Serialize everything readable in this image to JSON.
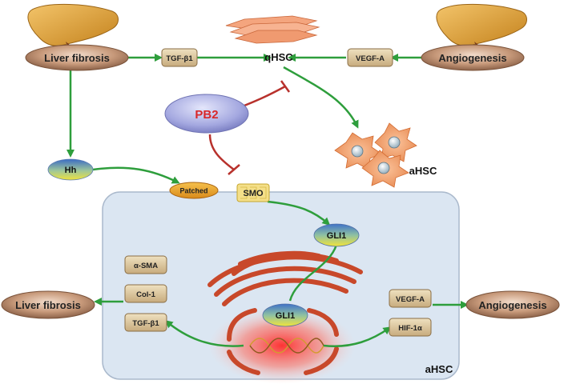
{
  "top": {
    "liver_fibrosis": "Liver fibrosis",
    "angiogenesis": "Angiogenesis",
    "tgf_b1": "TGF-β1",
    "vegf_a": "VEGF-A",
    "qhsc": "qHSC",
    "ahsc_outside": "aHSC",
    "pb2": "PB2",
    "hh": "Hh"
  },
  "membrane": {
    "patched": "Patched",
    "smo": "SMO"
  },
  "cell": {
    "label": "aHSC",
    "gli1_cyto": "GLI1",
    "gli1_nucleus": "GLI1",
    "left_targets": [
      "α-SMA",
      "Col-1",
      "TGF-β1"
    ],
    "right_targets": [
      "VEGF-A",
      "HIF-1α"
    ]
  },
  "outputs": {
    "liver_fibrosis": "Liver fibrosis",
    "angiogenesis": "Angiogenesis"
  },
  "colors": {
    "arrow_green": "#2e9e3c",
    "inhibit_red": "#b8312c",
    "pb2_text": "#d8282a",
    "cell_fill": "#dbe6f2",
    "box_fill": "#dccaa3",
    "er_color": "#c8482a"
  }
}
